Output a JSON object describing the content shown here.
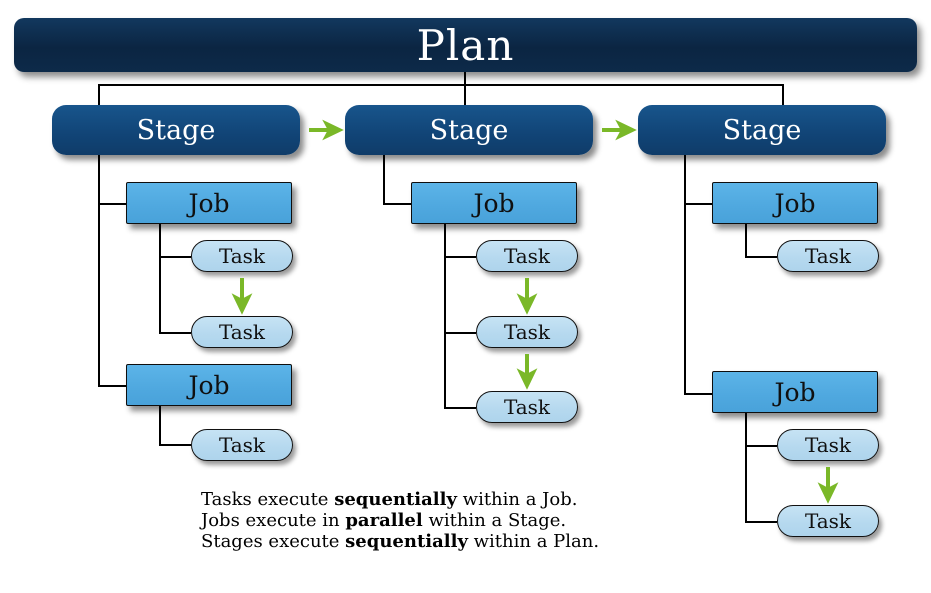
{
  "diagram": {
    "title": "Plan",
    "colors": {
      "plan": "#0d2a49",
      "stage": "#134a7e",
      "job": "#51abe2",
      "task": "#b9dcf0",
      "arrow": "#7ab828",
      "connector": "#000000",
      "background": "#ffffff"
    },
    "stage_label": "Stage",
    "job_label": "Job",
    "task_label": "Task",
    "stages": [
      {
        "label": "Stage",
        "jobs": [
          {
            "label": "Job",
            "tasks": [
              {
                "label": "Task"
              },
              {
                "label": "Task"
              }
            ]
          },
          {
            "label": "Job",
            "tasks": [
              {
                "label": "Task"
              }
            ]
          }
        ]
      },
      {
        "label": "Stage",
        "jobs": [
          {
            "label": "Job",
            "tasks": [
              {
                "label": "Task"
              },
              {
                "label": "Task"
              },
              {
                "label": "Task"
              }
            ]
          }
        ]
      },
      {
        "label": "Stage",
        "jobs": [
          {
            "label": "Job",
            "tasks": [
              {
                "label": "Task"
              }
            ]
          },
          {
            "label": "Job",
            "tasks": [
              {
                "label": "Task"
              },
              {
                "label": "Task"
              }
            ]
          }
        ]
      }
    ],
    "caption": {
      "line1_pre": "Tasks execute ",
      "line1_bold": "sequentially",
      "line1_post": " within a Job.",
      "line2_pre": "Jobs execute in ",
      "line2_bold": "parallel",
      "line2_post": " within a Stage.",
      "line3_pre": "Stages execute ",
      "line3_bold": "sequentially",
      "line3_post": " within a Plan."
    }
  }
}
